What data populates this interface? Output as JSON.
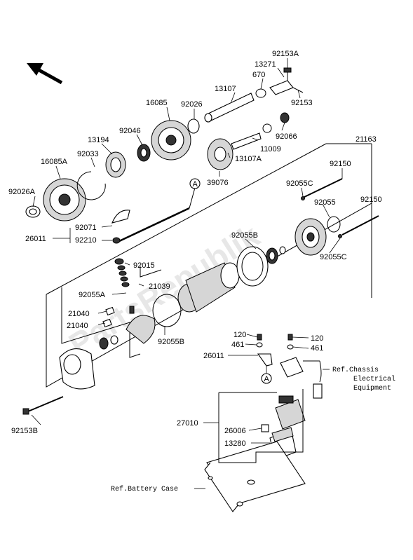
{
  "watermark": "PartsRepublik",
  "labels": {
    "p92153A": "92153A",
    "p13271": "13271",
    "p670": "670",
    "p13107": "13107",
    "p92153": "92153",
    "p16085": "16085",
    "p92026": "92026",
    "p92046": "92046",
    "p13194": "13194",
    "p92033": "92033",
    "p92066": "92066",
    "p11009": "11009",
    "p13107A": "13107A",
    "p16085A": "16085A",
    "p21163": "21163",
    "p39076": "39076",
    "p92026A": "92026A",
    "p92150a": "92150",
    "p92055C_top": "92055C",
    "p92055": "92055",
    "p92150b": "92150",
    "p92071": "92071",
    "p26011a": "26011",
    "p92210": "92210",
    "p92055B_top": "92055B",
    "p92055C_bot": "92055C",
    "p92015": "92015",
    "p21039": "21039",
    "p92055A": "92055A",
    "p21040a": "21040",
    "p21040b": "21040",
    "p92055B_bot": "92055B",
    "p120a": "120",
    "p461a": "461",
    "p26011b": "26011",
    "p120b": "120",
    "p461b": "461",
    "p27010": "27010",
    "p26006": "26006",
    "p13280": "13280",
    "p92153B": "92153B",
    "circleA1": "A",
    "circleA2": "A"
  },
  "refs": {
    "chassis_line1": "Ref.Chassis",
    "chassis_line2": "Electrical",
    "chassis_line3": "Equipment",
    "battery": "Ref.Battery Case"
  }
}
